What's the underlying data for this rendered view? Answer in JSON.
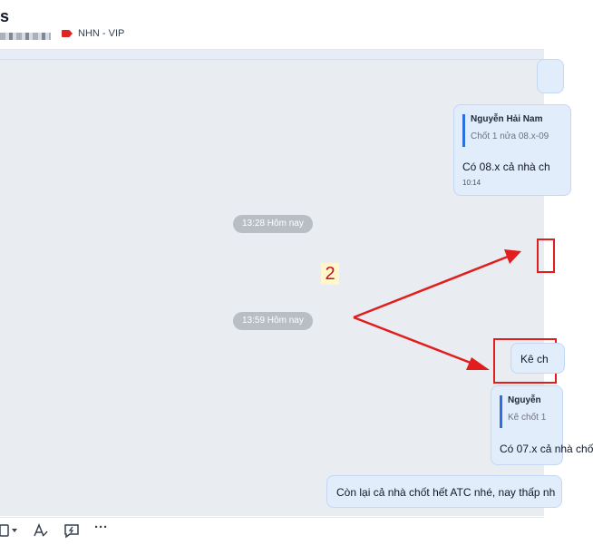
{
  "header": {
    "title_fragment": "s",
    "tag_label": "NHN - VIP"
  },
  "chat": {
    "messages": [
      {
        "quote_name": "Nguyễn Hải Nam",
        "quote_text": "Chốt 1 nửa 08.x-09",
        "text": "Có 08.x cả nhà ch",
        "time": "10:14"
      },
      {
        "text": "Kê ch"
      },
      {
        "quote_name": "Nguyễn",
        "quote_text": "Kê chốt 1",
        "text": "Có 07.x cả nhà chố"
      },
      {
        "text": "Còn lại cả nhà chốt hết ATC nhé, nay thấp nh"
      }
    ],
    "time_separators": [
      "13:28 Hôm nay",
      "13:59 Hôm nay"
    ],
    "annotation_number": "2"
  },
  "colors": {
    "accent": "#2b6fe0",
    "annotation_red": "#e11d1d",
    "tag_red": "#dc2626",
    "bubble_bg": "#e2edfb",
    "chat_bg": "#e9ecf1"
  },
  "icons": [
    "tag-icon",
    "format-text-icon",
    "quick-message-icon",
    "more-icon",
    "dropdown-icon"
  ],
  "toolbar": {
    "more_label": "···"
  }
}
